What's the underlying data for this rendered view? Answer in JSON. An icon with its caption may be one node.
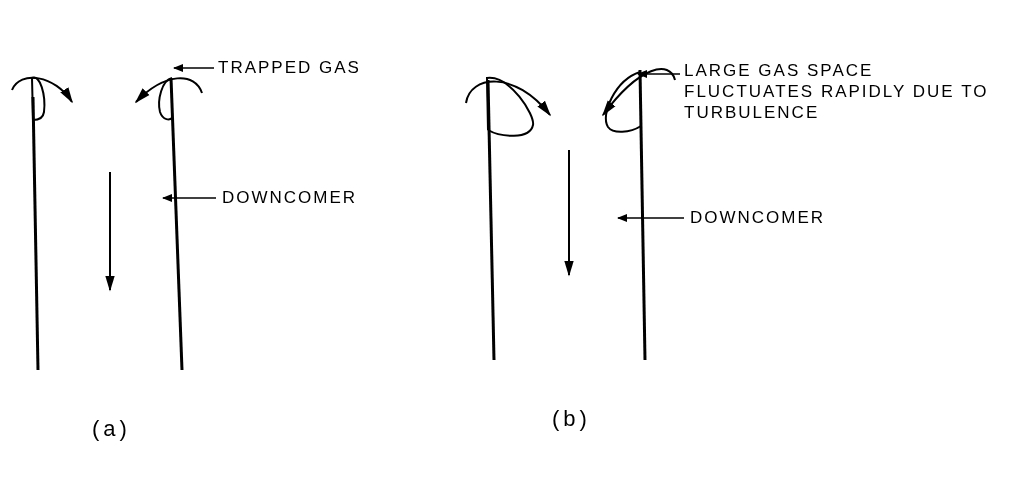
{
  "diagram": {
    "nodes": [
      {
        "text": [
          "TRAPPED GAS"
        ]
      },
      {
        "text": [
          "DOWNCOMER"
        ]
      },
      {
        "text": [
          "LARGE GAS SPACE FLUCTUATES RAPIDLY DUE TO TURBULENCE"
        ]
      },
      {
        "text": [
          "DOWNCOMER"
        ]
      }
    ],
    "edges": [
      {
        "from": 0,
        "to": null,
        "arrow": "to"
      },
      {
        "from": 1,
        "to": null,
        "arrow": "to"
      },
      {
        "from": 2,
        "to": null,
        "arrow": "to"
      },
      {
        "from": 3,
        "to": null,
        "arrow": "to"
      }
    ],
    "labels": [
      "(a)",
      "(b)"
    ]
  }
}
